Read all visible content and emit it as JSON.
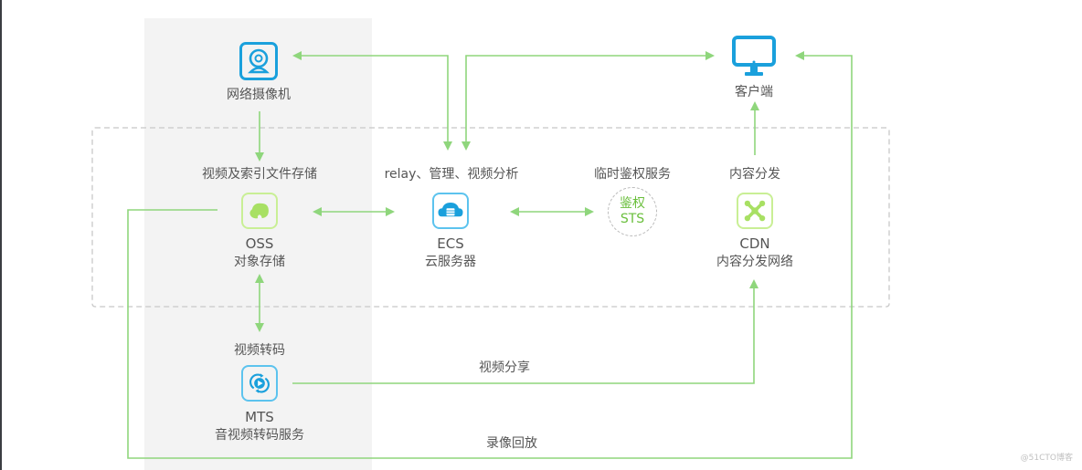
{
  "colors": {
    "arrow_green": "#8fd67c",
    "icon_blue": "#1aa0dc",
    "icon_green": "#a8e063",
    "panel_gray": "#f3f3f3",
    "dashed_border": "#c8c8c8",
    "text": "#555555",
    "sts_text": "#6abf3c"
  },
  "nodes": {
    "camera": {
      "icon": "webcam-icon",
      "label": "网络摄像机"
    },
    "client": {
      "icon": "monitor-icon",
      "label": "客户端"
    },
    "oss": {
      "caption": "视频及索引文件存储",
      "icon": "cloud-storage-icon",
      "name": "OSS",
      "desc": "对象存储"
    },
    "ecs": {
      "caption": "relay、管理、视频分析",
      "icon": "cloud-server-icon",
      "name": "ECS",
      "desc": "云服务器"
    },
    "sts": {
      "caption": "临时鉴权服务",
      "line1": "鉴权",
      "line2": "STS"
    },
    "cdn": {
      "caption": "内容分发",
      "icon": "network-nodes-icon",
      "name": "CDN",
      "desc": "内容分发网络"
    },
    "mts": {
      "caption": "视频转码",
      "icon": "transcode-play-icon",
      "name": "MTS",
      "desc": "音视频转码服务"
    }
  },
  "edges": {
    "share_label": "视频分享",
    "playback_label": "录像回放"
  },
  "watermark": "@51CTO博客"
}
